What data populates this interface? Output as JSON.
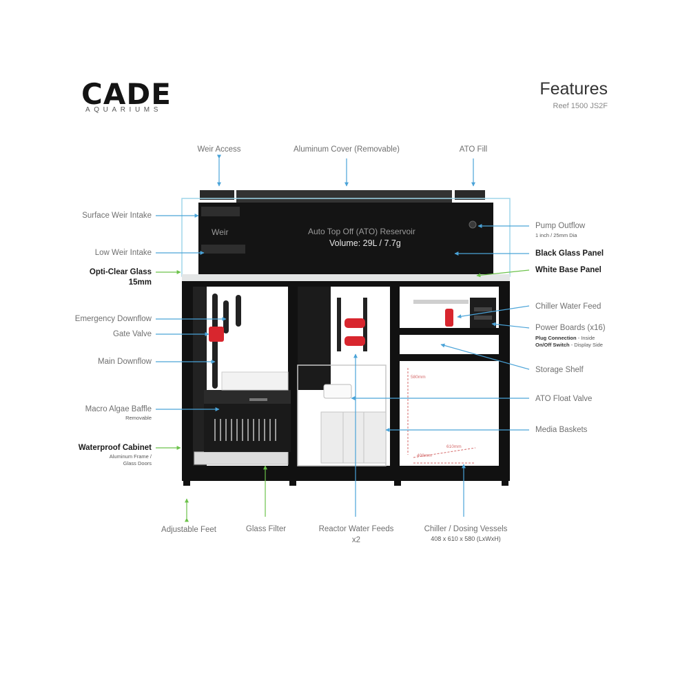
{
  "brand": {
    "name": "CADE",
    "tagline": "AQUARIUMS"
  },
  "header": {
    "title": "Features",
    "model": "Reef 1500 JS2F"
  },
  "tank": {
    "weir_label": "Weir",
    "reservoir_label": "Auto Top Off (ATO) Reservoir",
    "volume_label": "Volume: 29L / 7.7g"
  },
  "dimensions": {
    "height": "580mm",
    "width": "610mm",
    "depth": "408mm"
  },
  "colors": {
    "pointer_blue": "#4aa3d8",
    "pointer_green": "#6cc24a",
    "tank_black": "#141414",
    "valve_red": "#d8262e"
  },
  "callouts": {
    "weir_access": "Weir Access",
    "aluminum_cover": "Aluminum Cover (Removable)",
    "ato_fill": "ATO Fill",
    "surface_weir_intake": "Surface Weir Intake",
    "low_weir_intake": "Low Weir Intake",
    "opti_clear_glass": "Opti-Clear Glass",
    "opti_clear_glass_sub": "15mm",
    "pump_outflow": "Pump Outflow",
    "pump_outflow_sub": "1 inch / 25mm Dia",
    "black_glass_panel": "Black Glass Panel",
    "white_base_panel": "White Base Panel",
    "emergency_downflow": "Emergency Downflow",
    "gate_valve": "Gate Valve",
    "main_downflow": "Main Downflow",
    "chiller_water_feed": "Chiller Water Feed",
    "power_boards": "Power Boards (x16)",
    "plug_connection": "Plug Connection",
    "plug_connection_note": "- Inside",
    "onoff_switch": "On/Off Switch",
    "onoff_switch_note": "- Display Side",
    "storage_shelf": "Storage Shelf",
    "ato_float_valve": "ATO Float Valve",
    "macro_algae_baffle": "Macro Algae Baffle",
    "macro_algae_baffle_sub": "Removable",
    "media_baskets": "Media Baskets",
    "waterproof_cabinet": "Waterproof Cabinet",
    "waterproof_cabinet_sub1": "Aluminum Frame /",
    "waterproof_cabinet_sub2": "Glass Doors",
    "adjustable_feet": "Adjustable Feet",
    "glass_filter": "Glass Filter",
    "reactor_water_feeds": "Reactor Water Feeds",
    "reactor_water_feeds_sub": "x2",
    "chiller_dosing_vessels": "Chiller / Dosing Vessels",
    "chiller_dosing_vessels_sub": "408 x 610 x 580 (LxWxH)"
  }
}
